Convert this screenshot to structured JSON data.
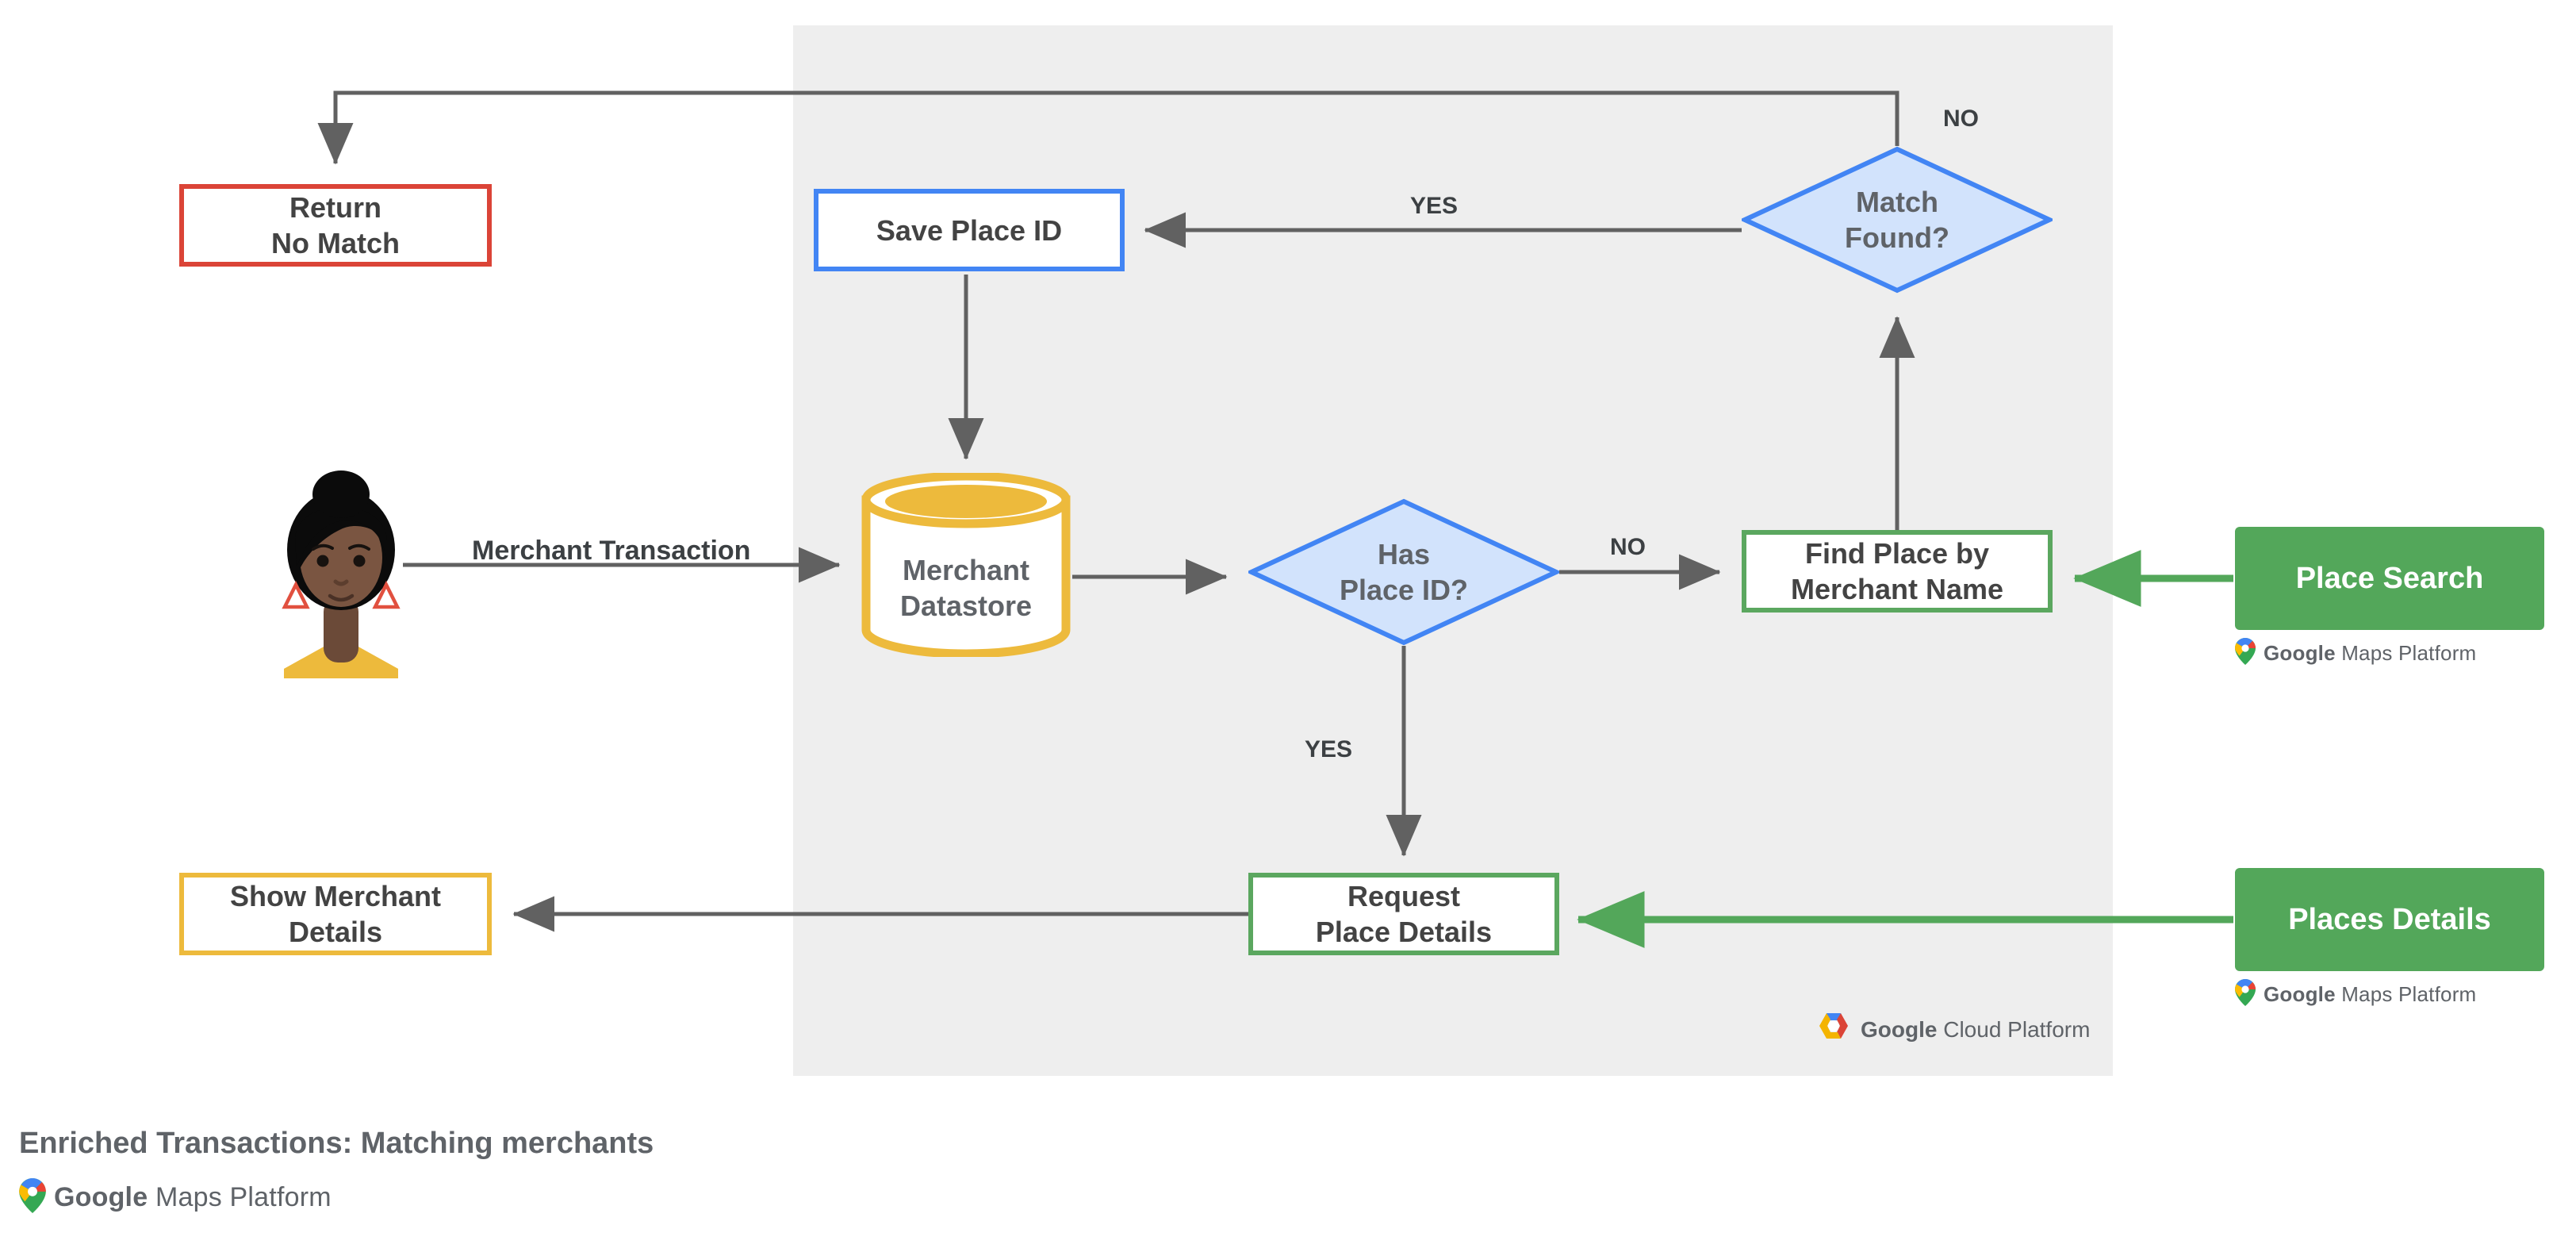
{
  "diagram": {
    "caption_title": "Enriched Transactions: Matching merchants",
    "panel_label": "Google Cloud Platform",
    "panel_label_brand": "Google",
    "panel_label_product": "Cloud Platform"
  },
  "nodes": {
    "return_no_match": "Return\nNo Match",
    "save_place_id": "Save Place ID",
    "match_found": "Match\nFound?",
    "merchant_datastore": "Merchant\nDatastore",
    "has_place_id": "Has\nPlace ID?",
    "find_place_by_merchant_name": "Find Place by\nMerchant Name",
    "request_place_details": "Request\nPlace Details",
    "show_merchant_details": "Show Merchant\nDetails"
  },
  "cards": {
    "place_search": {
      "title": "Place Search",
      "lockup_brand": "Google",
      "lockup_product": "Maps Platform"
    },
    "places_details": {
      "title": "Places Details",
      "lockup_brand": "Google",
      "lockup_product": "Maps Platform"
    }
  },
  "caption_lockup": {
    "brand": "Google",
    "product": "Maps Platform"
  },
  "edge_labels": {
    "merchant_transaction": "Merchant Transaction",
    "yes_match_found": "YES",
    "no_match_found": "NO",
    "no_has_place_id": "NO",
    "yes_has_place_id": "YES"
  },
  "colors": {
    "red": "#DB4437",
    "blue": "#4285F4",
    "blue_fill": "#D2E3FC",
    "green": "#5BA75F",
    "green_solid": "#53A75A",
    "yellow": "#EDBA3C",
    "panel_gray": "#EEEEEE",
    "edge_gray": "#616161",
    "text_gray": "#5F6368"
  }
}
